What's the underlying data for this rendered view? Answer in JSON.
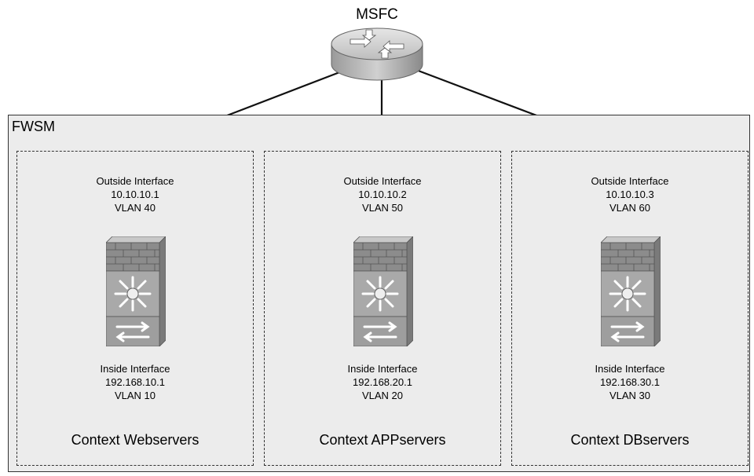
{
  "router": {
    "label": "MSFC",
    "icon": "router-icon"
  },
  "fwsm": {
    "label": "FWSM",
    "contexts": [
      {
        "outside": {
          "title": "Outside Interface",
          "ip": "10.10.10.1",
          "vlan": "VLAN 40"
        },
        "inside": {
          "title": "Inside Interface",
          "ip": "192.168.10.1",
          "vlan": "VLAN 10"
        },
        "name": "Context Webservers"
      },
      {
        "outside": {
          "title": "Outside Interface",
          "ip": "10.10.10.2",
          "vlan": "VLAN 50"
        },
        "inside": {
          "title": "Inside Interface",
          "ip": "192.168.20.1",
          "vlan": "VLAN 20"
        },
        "name": "Context APPservers"
      },
      {
        "outside": {
          "title": "Outside Interface",
          "ip": "10.10.10.3",
          "vlan": "VLAN 60"
        },
        "inside": {
          "title": "Inside Interface",
          "ip": "192.168.30.1",
          "vlan": "VLAN 30"
        },
        "name": "Context DBservers"
      }
    ]
  },
  "colors": {
    "device_body": "#a9a9a9",
    "brick": "#8c8c8c",
    "background": "#ececec"
  }
}
